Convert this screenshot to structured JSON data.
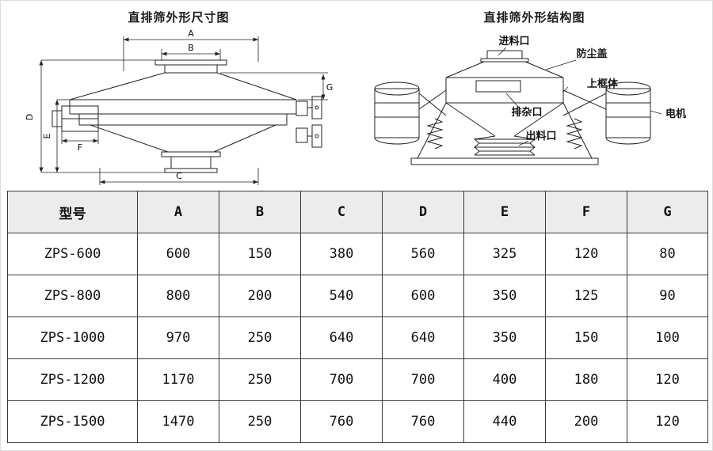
{
  "diagrams": {
    "left": {
      "title": "直排筛外形尺寸图",
      "dims": {
        "A": "A",
        "B": "B",
        "C": "C",
        "D": "D",
        "E": "E",
        "F": "F",
        "G": "G"
      }
    },
    "right": {
      "title": "直排筛外形结构图",
      "labels": {
        "feed_inlet": "进料口",
        "dust_cover": "防尘盖",
        "upper_frame": "上框体",
        "impurity_outlet": "排杂口",
        "discharge_outlet": "出料口",
        "motor": "电机"
      }
    }
  },
  "table": {
    "headers": [
      "型号",
      "A",
      "B",
      "C",
      "D",
      "E",
      "F",
      "G"
    ],
    "rows": [
      [
        "ZPS-600",
        "600",
        "150",
        "380",
        "560",
        "325",
        "120",
        "80"
      ],
      [
        "ZPS-800",
        "800",
        "200",
        "540",
        "600",
        "350",
        "125",
        "90"
      ],
      [
        "ZPS-1000",
        "970",
        "250",
        "640",
        "640",
        "350",
        "150",
        "100"
      ],
      [
        "ZPS-1200",
        "1170",
        "250",
        "700",
        "700",
        "400",
        "180",
        "120"
      ],
      [
        "ZPS-1500",
        "1470",
        "250",
        "760",
        "760",
        "440",
        "200",
        "120"
      ]
    ]
  },
  "colors": {
    "line": "#222222",
    "header_bg": "#ececec",
    "table_border": "#3a3a3a"
  }
}
